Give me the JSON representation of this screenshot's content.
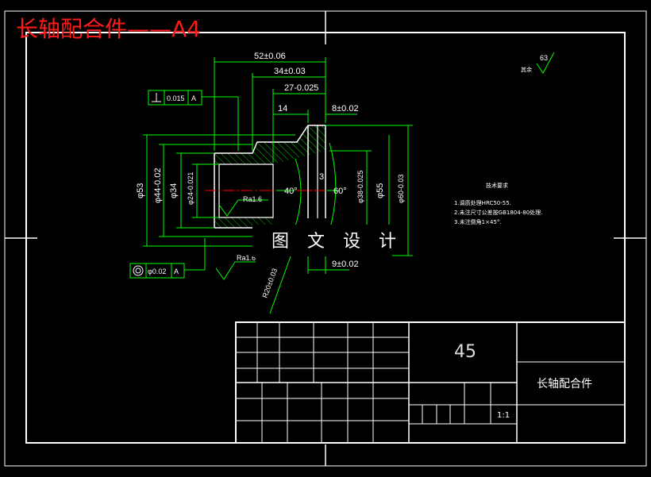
{
  "title": "长轴配合件——A4",
  "watermark": "图 文 设 计",
  "colors": {
    "background": "#000000",
    "geometry": "#00ff00",
    "text": "#ffffff",
    "centerline": "#ff0000",
    "title": "#ff1a1a",
    "hatch": "#00cc00"
  },
  "dimensions": {
    "len_total": "52±0.06",
    "len_34": "34±0.03",
    "len_27": "27-0.025",
    "len_14": "14",
    "len_8": "8±0.02",
    "len_9": "9±0.02",
    "len_3": "3",
    "dia_53": "φ53",
    "dia_44": "φ44-0.02",
    "dia_34": "φ34",
    "dia_24": "φ24-0.021",
    "dia_38": "φ38-0.025",
    "dia_55": "φ55",
    "dia_60": "φ60-0.03",
    "angle_40": "40°",
    "angle_60": "60°",
    "radius": "R20±0.03",
    "ra_inner": "Ra1.6",
    "ra_outer": "Ra1.6",
    "ra_rest": "63",
    "ra_rest_label": "其余",
    "perp_tol": "0.015",
    "perp_datum": "A",
    "conc_tol": "φ0.02",
    "conc_datum": "A"
  },
  "notes": {
    "heading": "技术要求",
    "line1": "1.调质处理HRC50-55.",
    "line2": "2.未注尺寸公差按GB1804-80处理.",
    "line3": "3.未注倒角1×45°."
  },
  "titleblock": {
    "material": "45",
    "part_name": "长轴配合件",
    "scale": "1:1"
  }
}
